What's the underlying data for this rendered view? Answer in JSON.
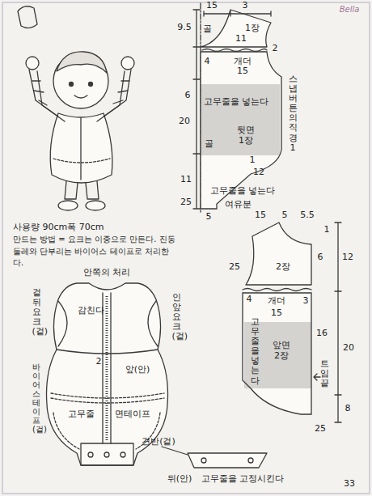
{
  "diagram": {
    "nodes": [
      {
        "text": [
          "고무줄을 넣는다",
          "뒷면 1장"
        ]
      },
      {
        "text": [
          "고무줄을 넣는다",
          "앞면 2장"
        ]
      }
    ],
    "labels": [
      "Bella",
      "15",
      "3",
      "1장",
      "9.5",
      "골",
      "11",
      "4",
      "개더",
      "2",
      "15",
      "6",
      "20",
      "골",
      "스냅버튼의 직경 1",
      "11",
      "1",
      "12",
      "고무줄을 넣는다",
      "25",
      "여유분",
      "5",
      "사용량 90cm폭 70cm",
      "만드는 방법 = 요크는 이중으로 만든다. 진동둘레와 단부리는 바이어스 테이프로 처리한다.",
      "안쪽의 처리",
      "겉뒤요크(겉)",
      "바이어스 테이프(겉)",
      "감친다",
      "인앞요크(겉)",
      "2",
      "앞(안)",
      "고무줄",
      "면테이프",
      "견반(겉)",
      "뒤(안)",
      "고무줄을 고정시킨다",
      "15",
      "5",
      "5.5",
      "1",
      "6",
      "25",
      "2장",
      "12",
      "4",
      "개더",
      "3",
      "15",
      "16",
      "20",
      "트임끝",
      "8",
      "25",
      "33"
    ]
  }
}
